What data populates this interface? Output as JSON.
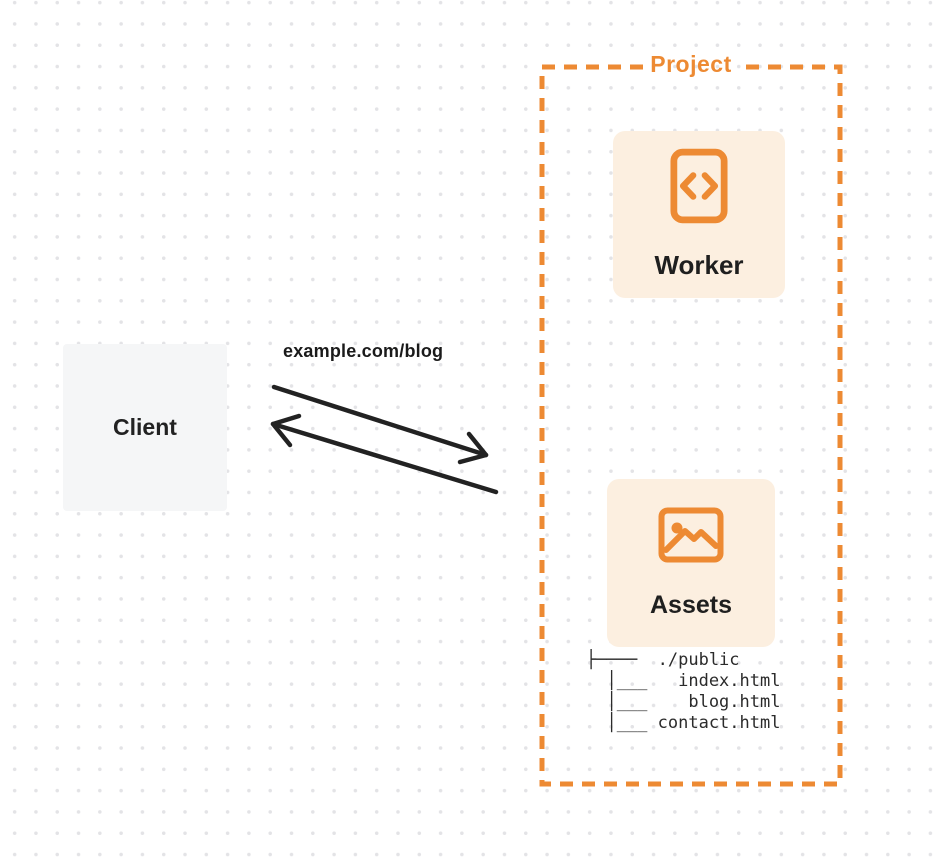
{
  "project": {
    "label": "Project"
  },
  "worker": {
    "label": "Worker",
    "icon": "code-document-icon"
  },
  "assets": {
    "label": "Assets",
    "icon": "image-icon"
  },
  "client": {
    "label": "Client"
  },
  "request": {
    "label": "example.com/blog"
  },
  "filetree": {
    "lines": [
      "├────  ./public",
      "  │___   index.html",
      "  │___    blog.html",
      "  │___ contact.html"
    ]
  },
  "colors": {
    "accent_orange": "#ed8a33",
    "card_cream": "#fcefe0",
    "client_gray": "#f5f6f7",
    "arrow_dark": "#222222"
  }
}
